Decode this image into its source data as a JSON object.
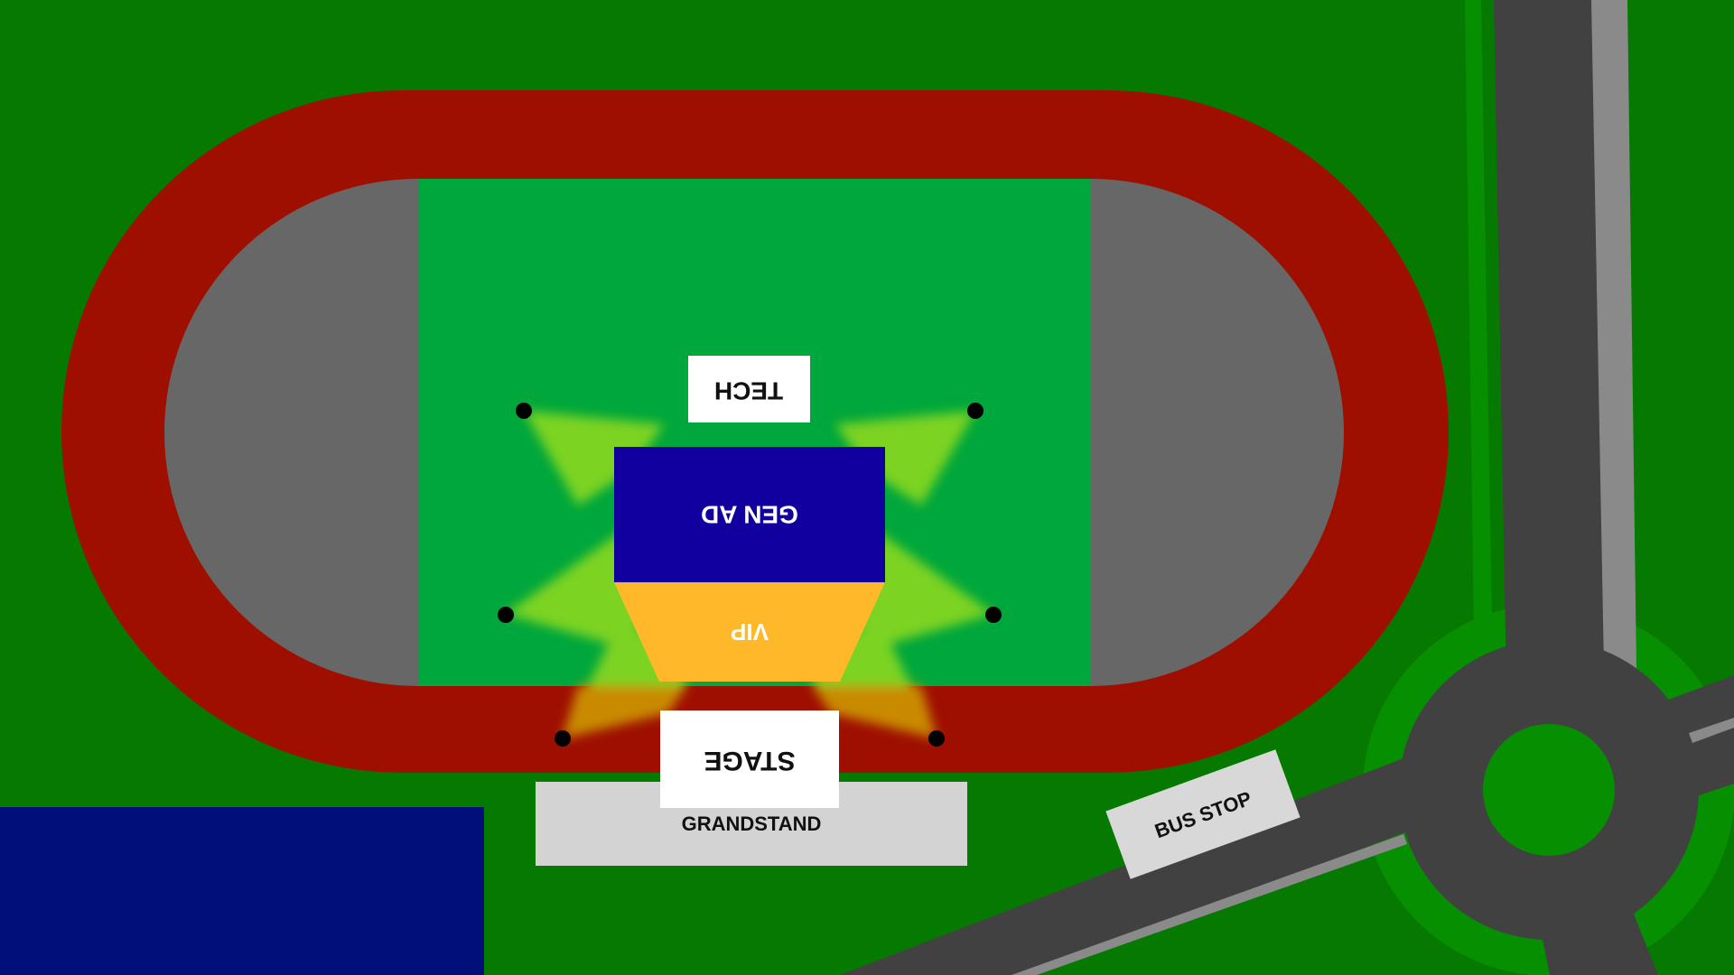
{
  "labels": {
    "tech": "TECH",
    "gen_ad": "GEN AD",
    "vip": "VIP",
    "stage": "STAGE",
    "grandstand": "GRANDSTAND",
    "bus_stop": "BUS STOP"
  },
  "colors": {
    "grass": "#067a00",
    "track": "#9e0f00",
    "infield": "#00a73c",
    "track_ends": "#676767",
    "gen_ad_zone": "#12009e",
    "vip_zone": "#ffb82a",
    "light_beams": "#7bd320",
    "beams_over_track": "#c98a00",
    "road": "#414141",
    "road_median": "#8a8a8a",
    "roundabout_ring": "#068f00",
    "water": "#000f7a",
    "label_box": "#ffffff",
    "grandstand": "#d3d3d3",
    "bus_stop_box": "#d8d8d8",
    "light_tower": "#000000"
  },
  "icons": {
    "light_tower": "black-dot"
  }
}
